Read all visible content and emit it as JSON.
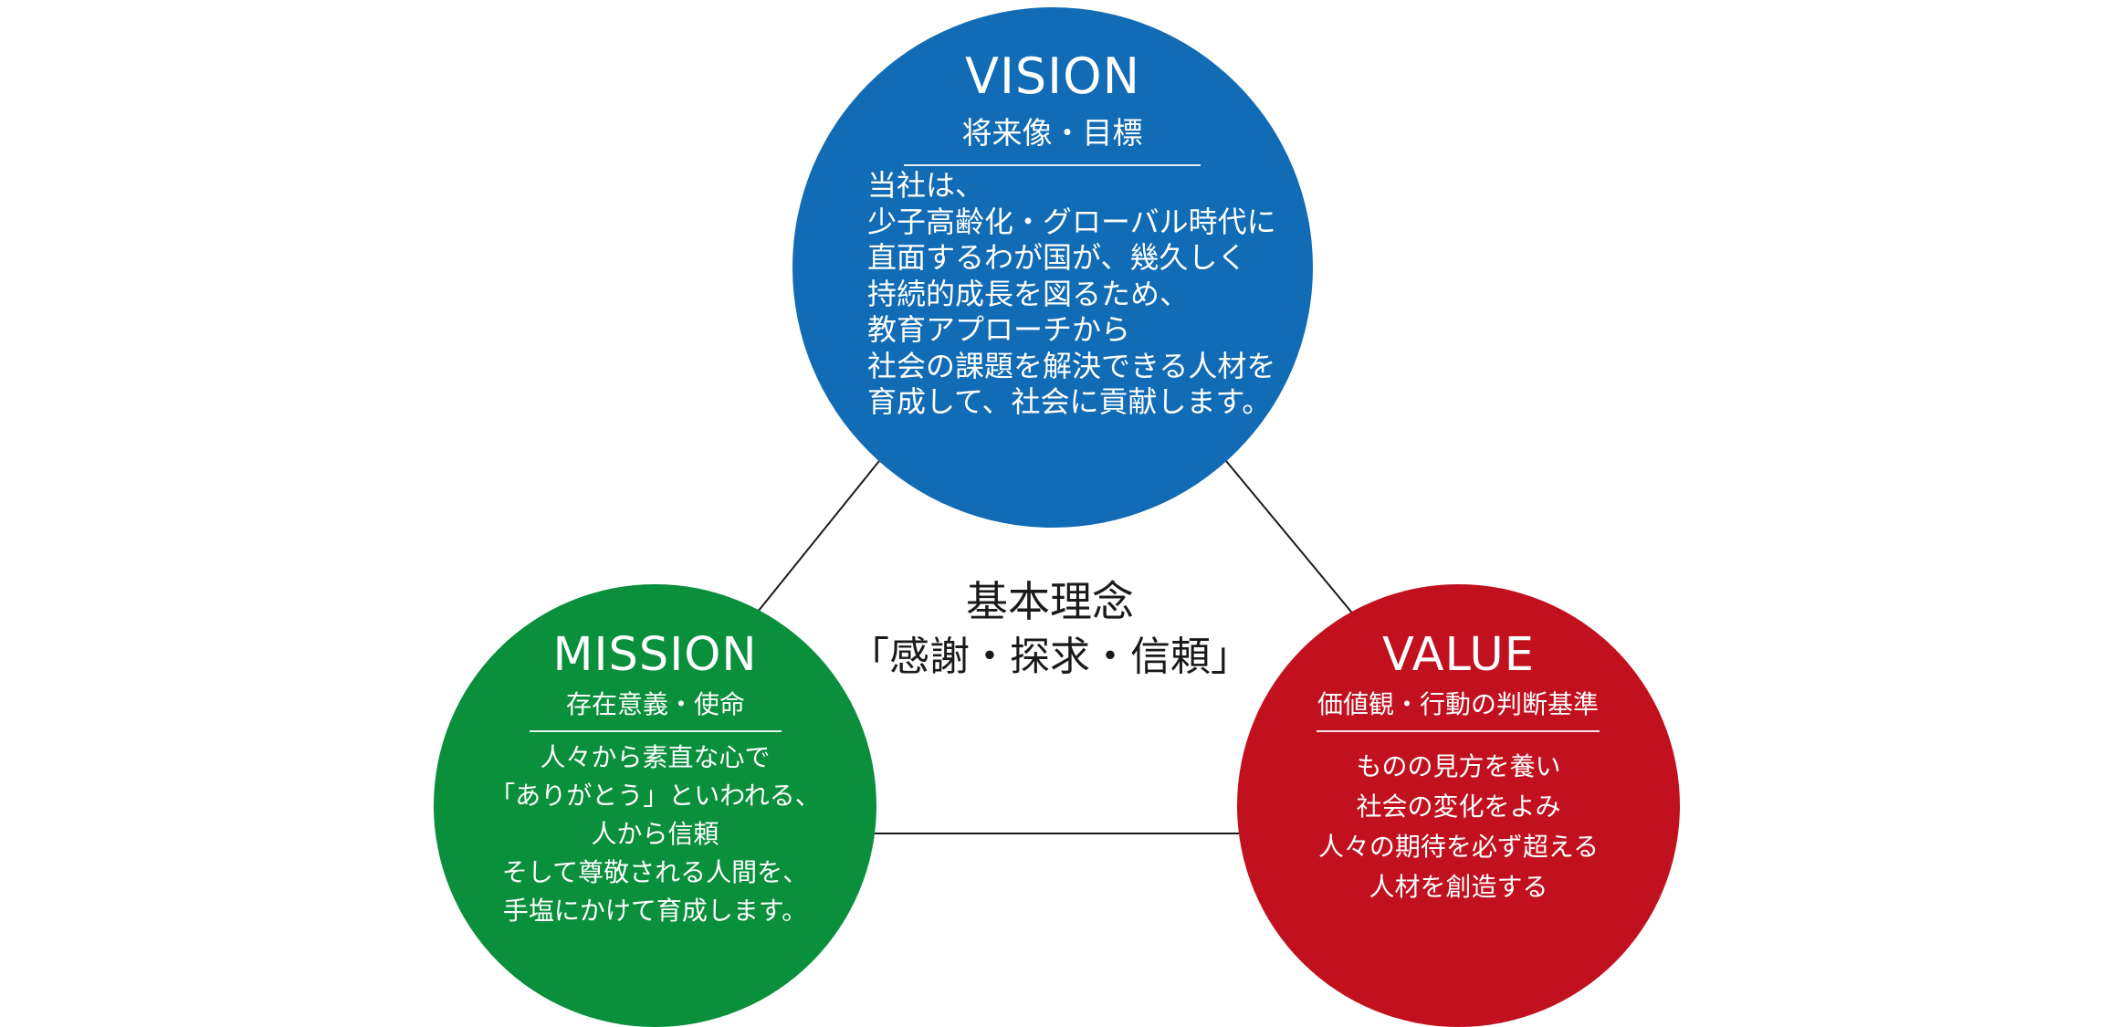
{
  "colors": {
    "vision": "#116BB5",
    "mission": "#0A8F3C",
    "value": "#C2111E",
    "connector": "#1a1a1a"
  },
  "center": {
    "line1": "基本理念",
    "line2": "「感謝・探求・信頼」"
  },
  "vision": {
    "title": "VISION",
    "subtitle": "将来像・目標",
    "lines": [
      "当社は、",
      "少子高齢化・グローバル時代に",
      "直面するわが国が、幾久しく",
      "持続的成長を図るため、",
      "教育アプローチから",
      "社会の課題を解決できる人材を",
      "育成して、社会に貢献します。"
    ]
  },
  "mission": {
    "title": "MISSION",
    "subtitle": "存在意義・使命",
    "lines": [
      "人々から素直な心で",
      "「ありがとう」といわれる、",
      "人から信頼",
      "そして尊敬される人間を、",
      "手塩にかけて育成します。"
    ]
  },
  "value": {
    "title": "VALUE",
    "subtitle": "価値観・行動の判断基準",
    "lines": [
      "ものの見方を養い",
      "社会の変化をよみ",
      "人々の期待を必ず超える",
      "人材を創造する"
    ]
  }
}
